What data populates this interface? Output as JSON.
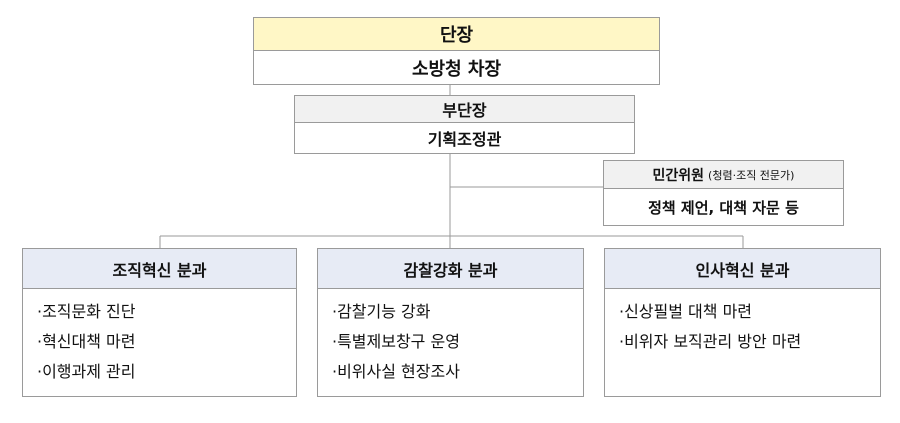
{
  "head": {
    "role": "단장",
    "person": "소방청 차장"
  },
  "deputy": {
    "role": "부단장",
    "person": "기획조정관"
  },
  "advisors": {
    "role": "민간위원",
    "role_note": "(청렴·조직 전문가)",
    "duty": "정책 제언, 대책 자문 등"
  },
  "teams": [
    {
      "name": "조직혁신 분과",
      "tasks": [
        "·조직문화 진단",
        "·혁신대책 마련",
        "·이행과제 관리"
      ]
    },
    {
      "name": "감찰강화 분과",
      "tasks": [
        "·감찰기능 강화",
        "·특별제보창구 운영",
        "·비위사실 현장조사"
      ]
    },
    {
      "name": "인사혁신 분과",
      "tasks": [
        "·신상필벌 대책 마련",
        "·비위자 보직관리 방안 마련"
      ]
    }
  ],
  "colors": {
    "head_header": "#fff7c6",
    "deputy_header": "#f1f1f1",
    "team_header": "#e7ebf5",
    "border": "#9a9a9a"
  }
}
